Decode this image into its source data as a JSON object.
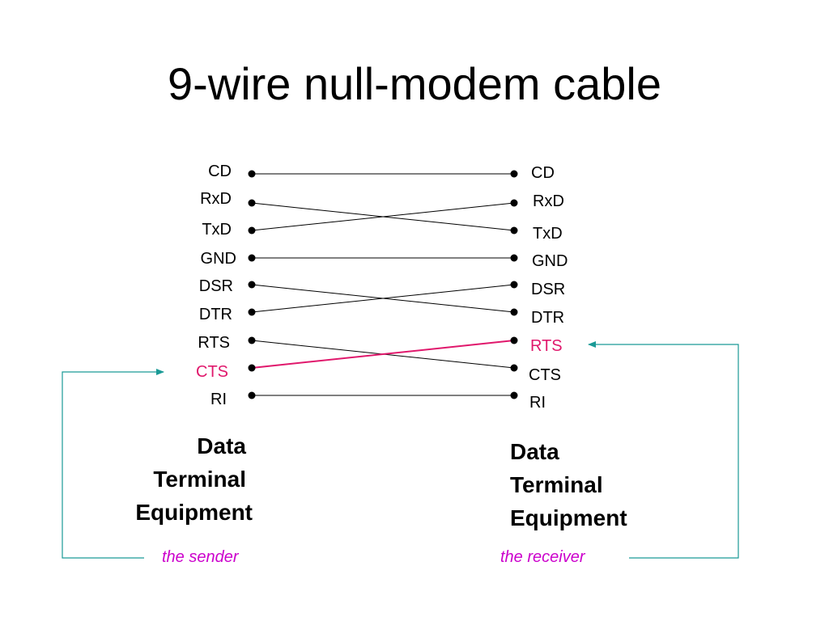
{
  "title": "9-wire null-modem cable",
  "left_pins": [
    {
      "label": "CD"
    },
    {
      "label": "RxD"
    },
    {
      "label": "TxD"
    },
    {
      "label": "GND"
    },
    {
      "label": "DSR"
    },
    {
      "label": "DTR"
    },
    {
      "label": "RTS"
    },
    {
      "label": "CTS",
      "highlight": true
    },
    {
      "label": "RI"
    }
  ],
  "right_pins": [
    {
      "label": "CD"
    },
    {
      "label": "RxD"
    },
    {
      "label": "TxD"
    },
    {
      "label": "GND"
    },
    {
      "label": "DSR"
    },
    {
      "label": "DTR"
    },
    {
      "label": "RTS",
      "highlight": true
    },
    {
      "label": "CTS"
    },
    {
      "label": "RI"
    }
  ],
  "wires": [
    {
      "from": "CD",
      "to": "CD"
    },
    {
      "from": "RxD",
      "to": "TxD"
    },
    {
      "from": "TxD",
      "to": "RxD"
    },
    {
      "from": "GND",
      "to": "GND"
    },
    {
      "from": "DSR",
      "to": "DTR"
    },
    {
      "from": "DTR",
      "to": "DSR"
    },
    {
      "from": "RTS",
      "to": "CTS"
    },
    {
      "from": "CTS",
      "to": "RTS",
      "highlight": true
    },
    {
      "from": "RI",
      "to": "RI"
    }
  ],
  "left_device": {
    "line1": "Data",
    "line2": "Terminal",
    "line3": "Equipment"
  },
  "right_device": {
    "line1": "Data",
    "line2": "Terminal",
    "line3": "Equipment"
  },
  "sender_label": "the sender",
  "receiver_label": "the receiver",
  "colors": {
    "wire": "#000000",
    "highlight": "#e0186c",
    "flow_arrow": "#1a9a96",
    "role_text": "#cc00cc"
  }
}
